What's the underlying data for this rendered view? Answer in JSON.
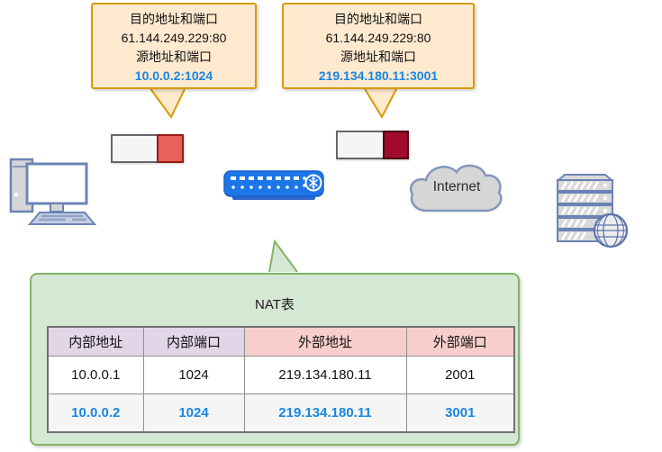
{
  "callouts": {
    "left": {
      "lines": [
        "目的地址和端口",
        "61.144.249.229:80",
        "源地址和端口"
      ],
      "highlight": "10.0.0.2:1024"
    },
    "right": {
      "lines": [
        "目的地址和端口",
        "61.144.249.229:80",
        "源地址和端口"
      ],
      "highlight": "219.134.180.11:3001"
    }
  },
  "cloud": {
    "label": "Internet"
  },
  "nat_panel": {
    "title": "NAT表",
    "table": {
      "headers": [
        "内部地址",
        "内部端口",
        "外部地址",
        "外部端口"
      ],
      "rows": [
        {
          "cells": [
            "10.0.0.1",
            "1024",
            "219.134.180.11",
            "2001"
          ],
          "highlighted": false
        },
        {
          "cells": [
            "10.0.0.2",
            "1024",
            "219.134.180.11",
            "3001"
          ],
          "highlighted": true
        }
      ]
    }
  },
  "icons": {
    "computer": "desktop-computer-icon",
    "packet_inside": "packet-inside-icon",
    "packet_outside": "packet-outside-icon",
    "router": "nat-router-icon",
    "cloud": "internet-cloud-icon",
    "server": "web-server-icon"
  },
  "colors": {
    "callout_fill": "#FFE9CF",
    "callout_border": "#D79B00",
    "highlight_blue": "#1787E3",
    "panel_fill": "#D5E8D4",
    "panel_border": "#82B366",
    "header_purple": "#E1D5E7",
    "header_pink": "#F8CECC",
    "packet_red": "#E8615C",
    "packet_dark_red": "#A00B2B",
    "router_blue": "#1C76E8"
  }
}
